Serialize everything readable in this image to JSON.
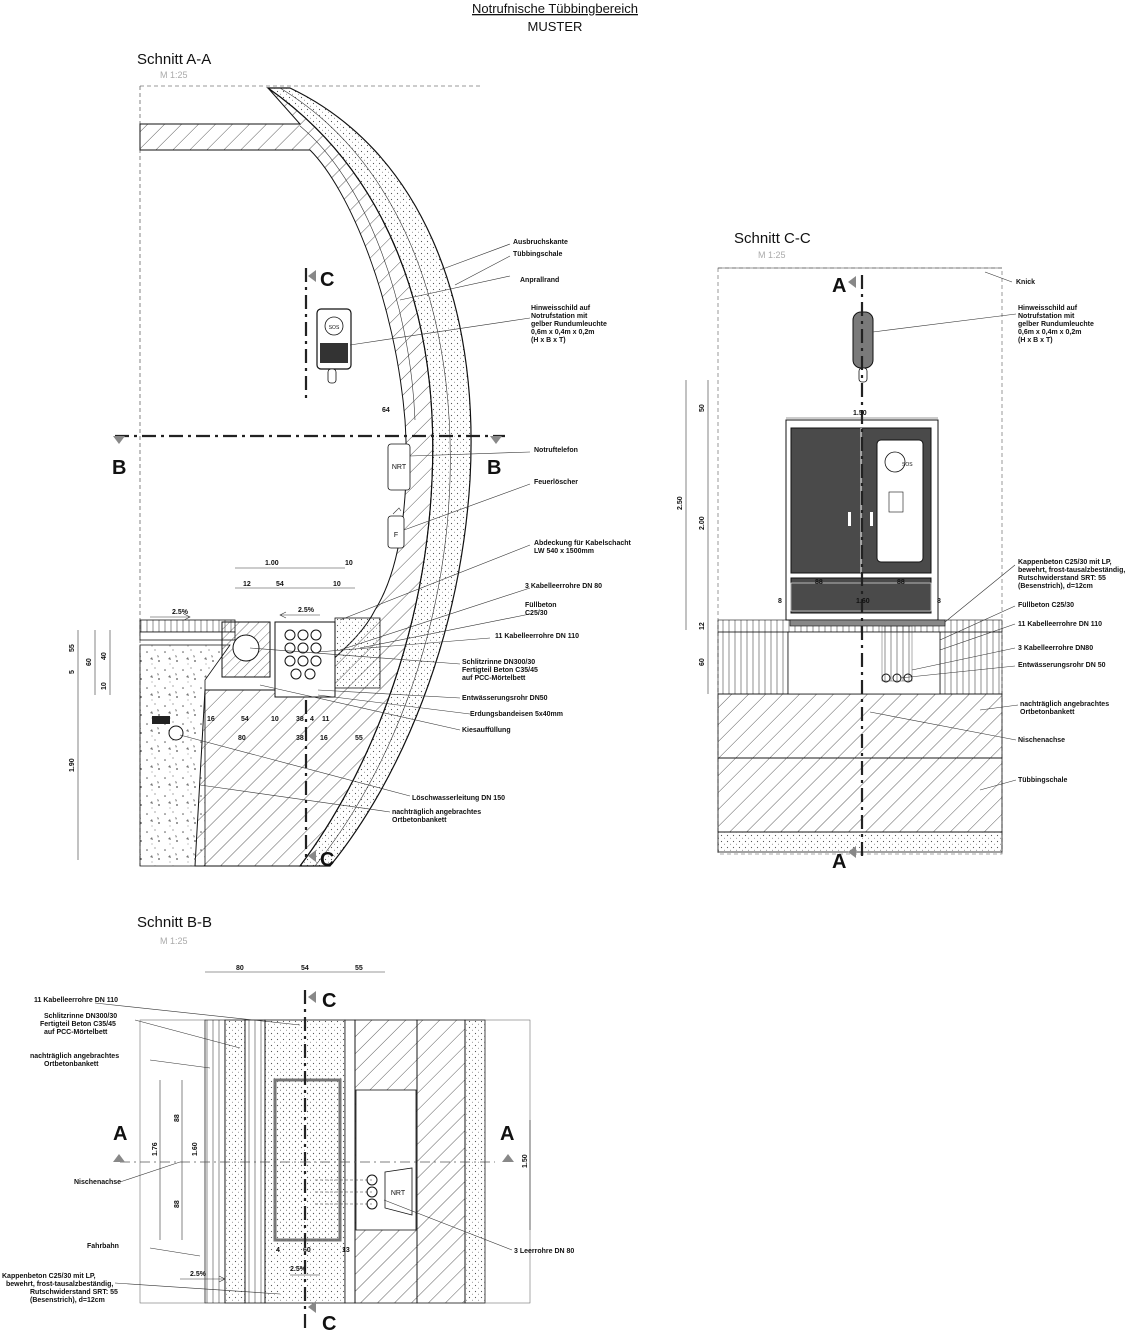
{
  "title": {
    "main": "Notrufnische Tübbingbereich",
    "sub": "MUSTER"
  },
  "sections": {
    "aa": {
      "title": "Schnitt A-A",
      "scale": "M 1:25"
    },
    "bb": {
      "title": "Schnitt B-B",
      "scale": "M 1:25"
    },
    "cc": {
      "title": "Schnitt C-C",
      "scale": "M 1:25"
    }
  },
  "markers": {
    "a": "A",
    "b": "B",
    "c": "C"
  },
  "labels_aa": {
    "ausbruchskante": "Ausbruchskante",
    "tuebbingschale": "Tübbingschale",
    "anprallrand": "Anprallrand",
    "hinweis1": "Hinweisschild auf",
    "hinweis2": "Notrufstation mit",
    "hinweis3": "gelber Rundumleuchte",
    "hinweis4": "0,6m x 0,4m x  0,2m",
    "hinweis5": "(H x B x T)",
    "notruftelefon": "Notruftelefon",
    "feuerloescher": "Feuerlöscher",
    "abdeckung1": "Abdeckung für Kabelschacht",
    "abdeckung2": "LW 540 x 1500mm",
    "kabel3": "3 Kabelleerrohre DN 80",
    "fuell1": "Füllbeton",
    "fuell2": "C25/30",
    "kabel11": "11 Kabelleerrohre DN 110",
    "schlitz1": "Schlitzrinne DN300/30",
    "schlitz2": "Fertigteil Beton C35/45",
    "schlitz3": "auf PCC-Mörtelbett",
    "entwaess": "Entwässerungsrohr DN50",
    "erdung": "Erdungsbandeisen 5x40mm",
    "kies": "Kiesauffüllung",
    "loesch": "Löschwasserleitung DN 150",
    "ortbeton1": "nachträglich angebrachtes",
    "ortbeton2": "Ortbetonbankett"
  },
  "labels_cc": {
    "knick": "Knick",
    "hinweis1": "Hinweisschild auf",
    "hinweis2": "Notrufstation mit",
    "hinweis3": "gelber Rundumleuchte",
    "hinweis4": "0,6m x 0,4m x  0,2m",
    "hinweis5": "(H x B x T)",
    "kappen1": "Kappenbeton C25/30 mit LP,",
    "kappen2": "bewehrt, frost-tausalzbeständig,",
    "kappen3": "Rutschwiderstand SRT: 55",
    "kappen4": "(Besenstrich), d=12cm",
    "fuell": "Füllbeton C25/30",
    "kabel11": "11 Kabelleerrohre DN 110",
    "kabel3": "3 Kabelleerrohre DN80",
    "entwaess": "Entwässerungsrohr DN 50",
    "ortbeton1": "nachträglich angebrachtes",
    "ortbeton2": "Ortbetonbankett",
    "nischen": "Nischenachse",
    "tuebbing": "Tübbingschale"
  },
  "labels_bb": {
    "kabel11": "11 Kabelleerrohre DN 110",
    "schlitz1": "Schlitzrinne DN300/30",
    "schlitz2": "Fertigteil Beton C35/45",
    "schlitz3": "auf PCC-Mörtelbett",
    "ortbeton1": "nachträglich angebrachtes",
    "ortbeton2": "Ortbetonbankett",
    "nischen": "Nischenachse",
    "fahrbahn": "Fahrbahn",
    "kappen1": "Kappenbeton C25/30 mit LP,",
    "kappen2": "bewehrt, frost-tausalzbeständig,",
    "kappen3": "Rutschwiderstand SRT: 55",
    "kappen4": "(Besenstrich), d=12cm",
    "leer3": "3 Leerrohre DN 80"
  },
  "dims_aa": {
    "d100": "1.00",
    "d10a": "10",
    "d12": "12",
    "d54": "54",
    "d10b": "10",
    "d64": "64",
    "s25a": "2.5%",
    "s25b": "2.5%",
    "v55": "55",
    "v5": "5",
    "v60": "60",
    "v40": "40",
    "v10": "10",
    "v190": "1.90",
    "b16": "16",
    "b54": "54",
    "b10": "10",
    "b38": "38",
    "b4": "4",
    "b11": "11",
    "b80": "80",
    "b38b": "38",
    "b16b": "16",
    "b55": "55"
  },
  "dims_cc": {
    "v50": "50",
    "v250": "2.50",
    "v200": "2.00",
    "v12": "12",
    "v60": "60",
    "h150": "1.50",
    "h88a": "88",
    "h88b": "88",
    "h8a": "8",
    "h8b": "8",
    "h160": "1.60"
  },
  "dims_bb": {
    "t80": "80",
    "t54": "54",
    "t55": "55",
    "v88a": "88",
    "v176": "1.76",
    "v160": "1.60",
    "v88b": "88",
    "v150": "1.50",
    "b4": "4",
    "b60": "60",
    "b13": "13",
    "s25a": "2.5%",
    "s25b": "2.5%"
  },
  "devices": {
    "nrt": "NRT",
    "f": "F",
    "sos": "SOS"
  },
  "colors": {
    "line": "#111111",
    "device": "#444444",
    "phone": "#ffffff",
    "dim": "#333333"
  },
  "icons": [
    "sos-phone-icon",
    "extinguisher-icon",
    "section-arrow-icon"
  ]
}
